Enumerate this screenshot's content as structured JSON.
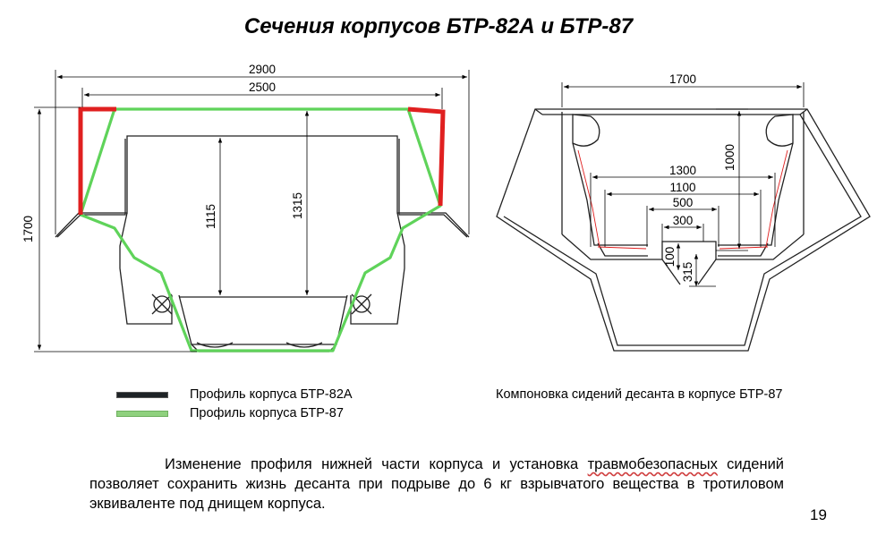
{
  "title": "Сечения корпусов БТР-82А и БТР-87",
  "left_diagram": {
    "dim_width_outer": "2900",
    "dim_width_inner": "2500",
    "dim_height_total": "1700",
    "dim_height_a": "1115",
    "dim_height_b": "1315"
  },
  "right_diagram": {
    "dim_top_width": "1700",
    "dim_height": "1000",
    "dim_1300": "1300",
    "dim_1100": "1100",
    "dim_500": "500",
    "dim_300": "300",
    "dim_100": "100",
    "dim_315": "315"
  },
  "legend": {
    "item_82a": "Профиль корпуса БТР-82А",
    "item_87": "Профиль корпуса БТР-87"
  },
  "right_caption": "Компоновка сидений десанта в корпусе БТР-87",
  "paragraph": {
    "before": "Изменение профиля нижней части корпуса и установка ",
    "underlined": "травмобезопасных",
    "after": " сидений позволяет сохранить жизнь десанта при подрыве до 6 кг взрывчатого вещества в тротиловом эквиваленте под днищем корпуса."
  },
  "page_number": "19",
  "colors": {
    "profile_82a": "#1e2326",
    "profile_87": "#5fd35a",
    "highlight": "#e02020"
  }
}
